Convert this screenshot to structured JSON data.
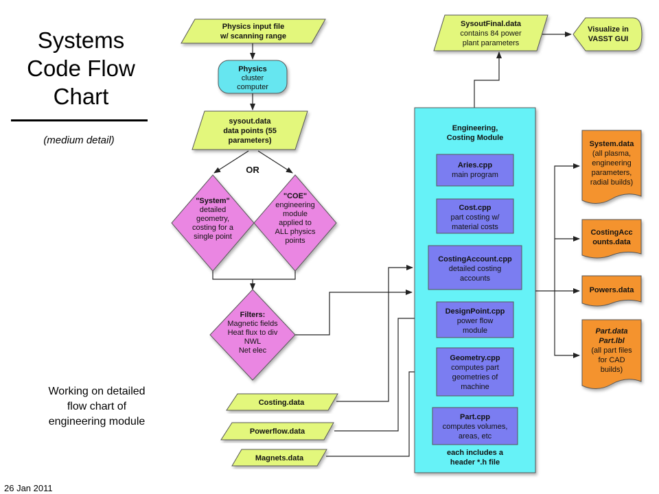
{
  "slide": {
    "title_lines": [
      "Systems",
      "Code Flow",
      "Chart"
    ],
    "subtitle": "(medium detail)",
    "note_lines": [
      "Working on detailed",
      "flow chart of",
      "engineering module"
    ],
    "date": "26 Jan 2011"
  },
  "colors": {
    "data": "#e3f77c",
    "process": "#66e6f0",
    "decision": "#ea86e2",
    "module_bg": "#66f2f7",
    "module_item": "#7b7df1",
    "output": "#f4932f"
  },
  "nodes": {
    "physics_input": {
      "lines": [
        "Physics input file",
        "w/ scanning range"
      ]
    },
    "physics_cluster": {
      "lines": [
        "Physics",
        "cluster",
        "computer"
      ]
    },
    "sysout": {
      "lines": [
        "sysout.data",
        "data points (55",
        "parameters)"
      ]
    },
    "or_label": "OR",
    "system_decision": {
      "lines": [
        "\"System\"",
        "detailed",
        "geometry,",
        "costing for a",
        "single point"
      ]
    },
    "coe_decision": {
      "lines": [
        "\"COE\"",
        "engineering",
        "module",
        "applied to",
        "ALL physics",
        "points"
      ]
    },
    "filters": {
      "lines": [
        "Filters:",
        "Magnetic fields",
        "Heat flux to div",
        "NWL",
        "Net elec"
      ]
    },
    "costing_data": "Costing.data",
    "powerflow_data": "Powerflow.data",
    "magnets_data": "Magnets.data",
    "sysout_final": {
      "lines": [
        "SysoutFinal.data",
        "contains 84 power",
        "plant parameters"
      ]
    },
    "visualize": {
      "lines": [
        "Visualize in",
        "VASST GUI"
      ]
    },
    "module": {
      "title_lines": [
        "Engineering,",
        "Costing Module"
      ],
      "footer_lines": [
        "each includes a",
        "header *.h file"
      ],
      "items": [
        {
          "name": "Aries.cpp",
          "desc": [
            "main program"
          ]
        },
        {
          "name": "Cost.cpp",
          "desc": [
            "part costing w/",
            "material costs"
          ]
        },
        {
          "name": "CostingAccount.cpp",
          "desc": [
            "detailed costing",
            "accounts"
          ]
        },
        {
          "name": "DesignPoint.cpp",
          "desc": [
            "power flow",
            "module"
          ]
        },
        {
          "name": "Geometry.cpp",
          "desc": [
            "computes part",
            "geometries of",
            "machine"
          ]
        },
        {
          "name": "Part.cpp",
          "desc": [
            "computes volumes,",
            "areas, etc"
          ]
        }
      ]
    },
    "outputs": {
      "system": {
        "lines": [
          "System.data",
          "(all plasma,",
          "engineering",
          "parameters,",
          "radial builds)"
        ]
      },
      "costing_accounts": {
        "lines": [
          "CostingAcc",
          "ounts.data"
        ]
      },
      "powers": {
        "lines": [
          "Powers.data"
        ]
      },
      "part": {
        "lines": [
          "Part.data",
          "Part.lbl",
          "(all part files",
          "for CAD",
          "builds)"
        ]
      }
    }
  }
}
